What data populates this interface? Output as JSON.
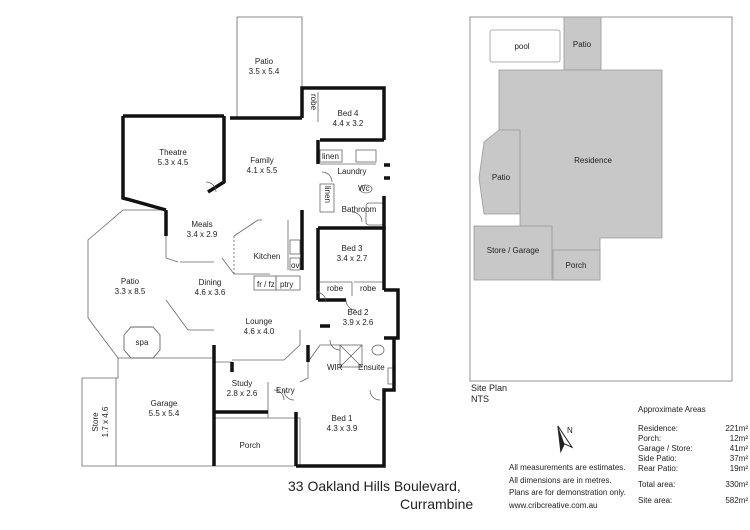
{
  "floor_plan": {
    "rooms": [
      {
        "name": "Patio",
        "size": "3.5 x 5.4"
      },
      {
        "name": "Bed 4",
        "size": "4.4 x 3.2"
      },
      {
        "name": "Theatre",
        "size": "5.3 x 4.5"
      },
      {
        "name": "Family",
        "size": "4.1 x 5.5"
      },
      {
        "name": "Laundry"
      },
      {
        "name": "Meals",
        "size": "3.4 x 2.9"
      },
      {
        "name": "Bathroom"
      },
      {
        "name": "Kitchen"
      },
      {
        "name": "Bed 3",
        "size": "3.4 x 2.7"
      },
      {
        "name": "Patio",
        "size": "3.3 x 8.5"
      },
      {
        "name": "Dining",
        "size": "4.6 x 3.6"
      },
      {
        "name": "Bed 2",
        "size": "3.9 x 2.6"
      },
      {
        "name": "Lounge",
        "size": "4.6 x 4.0"
      },
      {
        "name": "Garage",
        "size": "5.5 x 5.4"
      },
      {
        "name": "Store",
        "size": "1.7 x 4.6"
      },
      {
        "name": "Study",
        "size": "2.8 x 2.6"
      },
      {
        "name": "Bed 1",
        "size": "4.3 x 3.9"
      },
      {
        "name": "Porch"
      }
    ],
    "fixtures": {
      "robe": "robe",
      "linen": "linen",
      "wc": "Wc",
      "ov": "ov",
      "fridge_freezer": "fr / fz",
      "pantry": "ptry",
      "spa": "spa",
      "wir": "WIR",
      "ensuite": "Ensuite",
      "entry": "Entry"
    }
  },
  "site_plan": {
    "labels": {
      "pool": "pool",
      "patio": "Patio",
      "residence": "Residence",
      "side_patio": "Patio",
      "store_garage": "Store / Garage",
      "porch": "Porch"
    },
    "title": "Site Plan",
    "scale": "NTS"
  },
  "areas": {
    "heading": "Approximate Areas",
    "rows": [
      {
        "label": "Residence:",
        "value": "221m²"
      },
      {
        "label": "Porch:",
        "value": "12m²"
      },
      {
        "label": "Garage / Store:",
        "value": "41m²"
      },
      {
        "label": "Side Patio:",
        "value": "37m²"
      },
      {
        "label": "Rear Patio:",
        "value": "19m²"
      }
    ],
    "total": {
      "label": "Total area:",
      "value": "330m²"
    },
    "site": {
      "label": "Site area:",
      "value": "582m²"
    }
  },
  "compass": {
    "label": "N"
  },
  "disclaimer": [
    "All measurements are estimates.",
    "All dimensions are in metres.",
    "Plans are for demonstration only.",
    "www.cribcreative.com.au"
  ],
  "address": {
    "line1": "33 Oakland Hills Boulevard,",
    "line2": "Currambine"
  },
  "colors": {
    "wall": "#111111",
    "thin_line": "#666666",
    "site_fill": "#c8c8c8",
    "site_border": "#999999"
  }
}
